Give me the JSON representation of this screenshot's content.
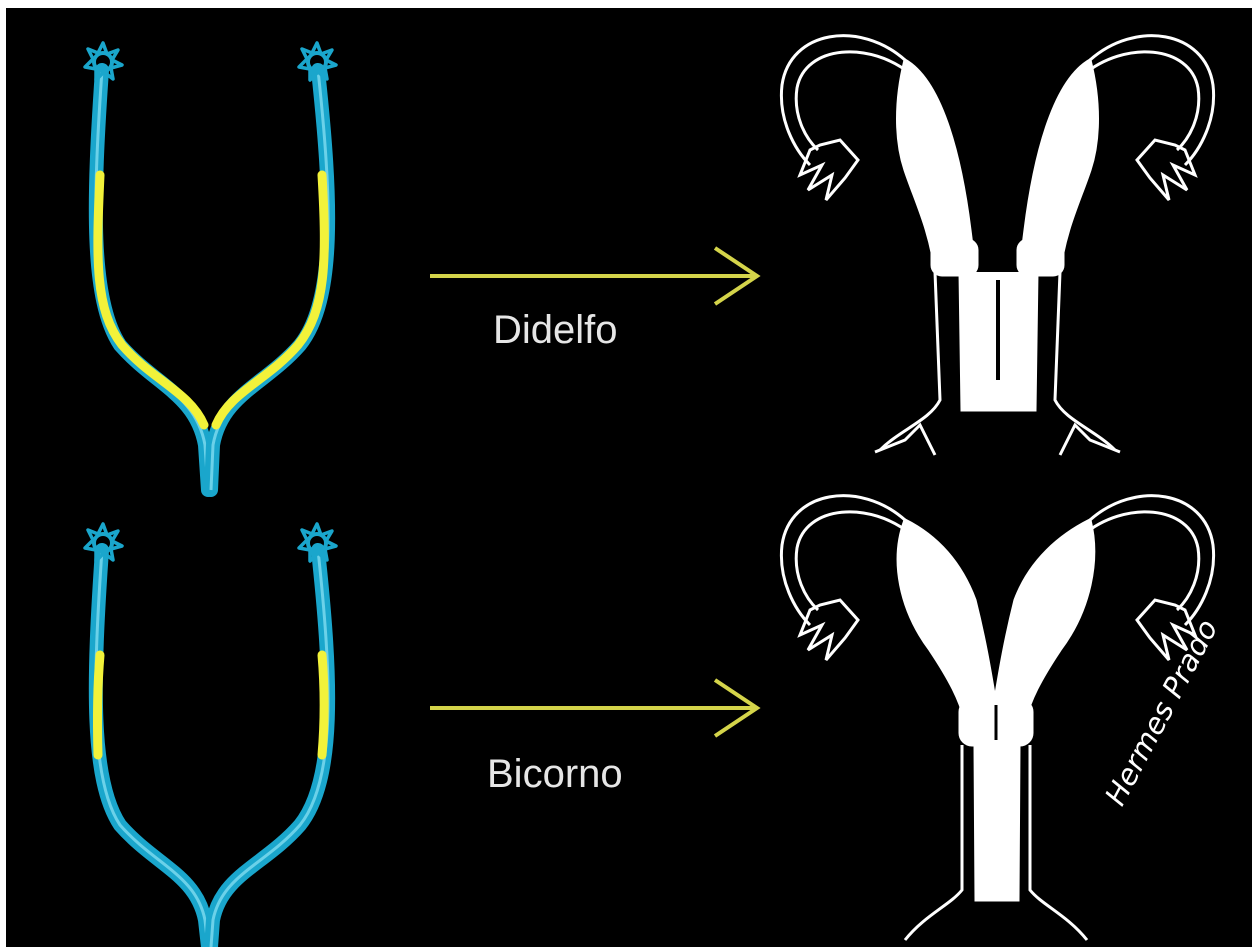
{
  "colors": {
    "background": "#000000",
    "frame": "#ffffff",
    "mullerian_duct": "#1aa6cc",
    "duct_fusion": "#f2f23a",
    "arrow": "#d4d44a",
    "uterus": "#ffffff"
  },
  "panels": [
    {
      "label": "Didelfo",
      "duct_segments": "long",
      "uterus_type": "didelphys"
    },
    {
      "label": "Bicorno",
      "duct_segments": "short",
      "uterus_type": "bicornuate"
    }
  ],
  "signature": "Hermes Prado"
}
